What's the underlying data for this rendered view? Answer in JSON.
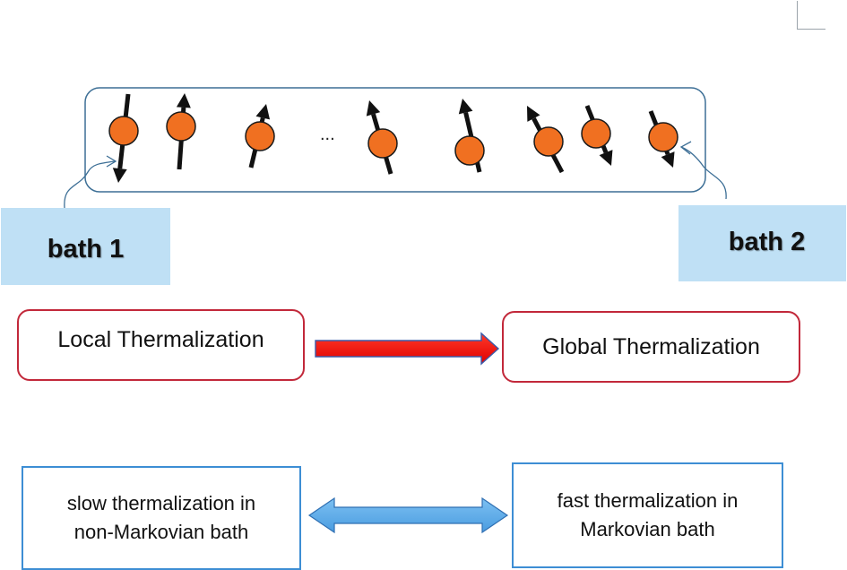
{
  "spin_chain": {
    "ellipsis": "...",
    "spins": [
      {
        "direction": "down"
      },
      {
        "direction": "up"
      },
      {
        "direction": "up"
      },
      {
        "direction": "up"
      },
      {
        "direction": "up"
      },
      {
        "direction": "up"
      },
      {
        "direction": "down"
      },
      {
        "direction": "down"
      }
    ]
  },
  "baths": {
    "left_label": "bath 1",
    "right_label": "bath 2"
  },
  "thermalization": {
    "local_label": "Local Thermalization",
    "global_label": "Global Thermalization"
  },
  "bath_types": {
    "slow_label": "slow thermalization in\nnon-Markovian bath",
    "fast_label": "fast thermalization in\nMarkovian bath"
  },
  "colors": {
    "chain_border": "#3d6f96",
    "spin_ball": "#f07021",
    "spin_arrow": "#111111",
    "bath_fill": "#bfe0f5",
    "thermal_border": "#c2283a",
    "red_arrow": "#ff1010",
    "bath_type_border": "#3d8ed4",
    "double_arrow": "#5aa9e6"
  }
}
